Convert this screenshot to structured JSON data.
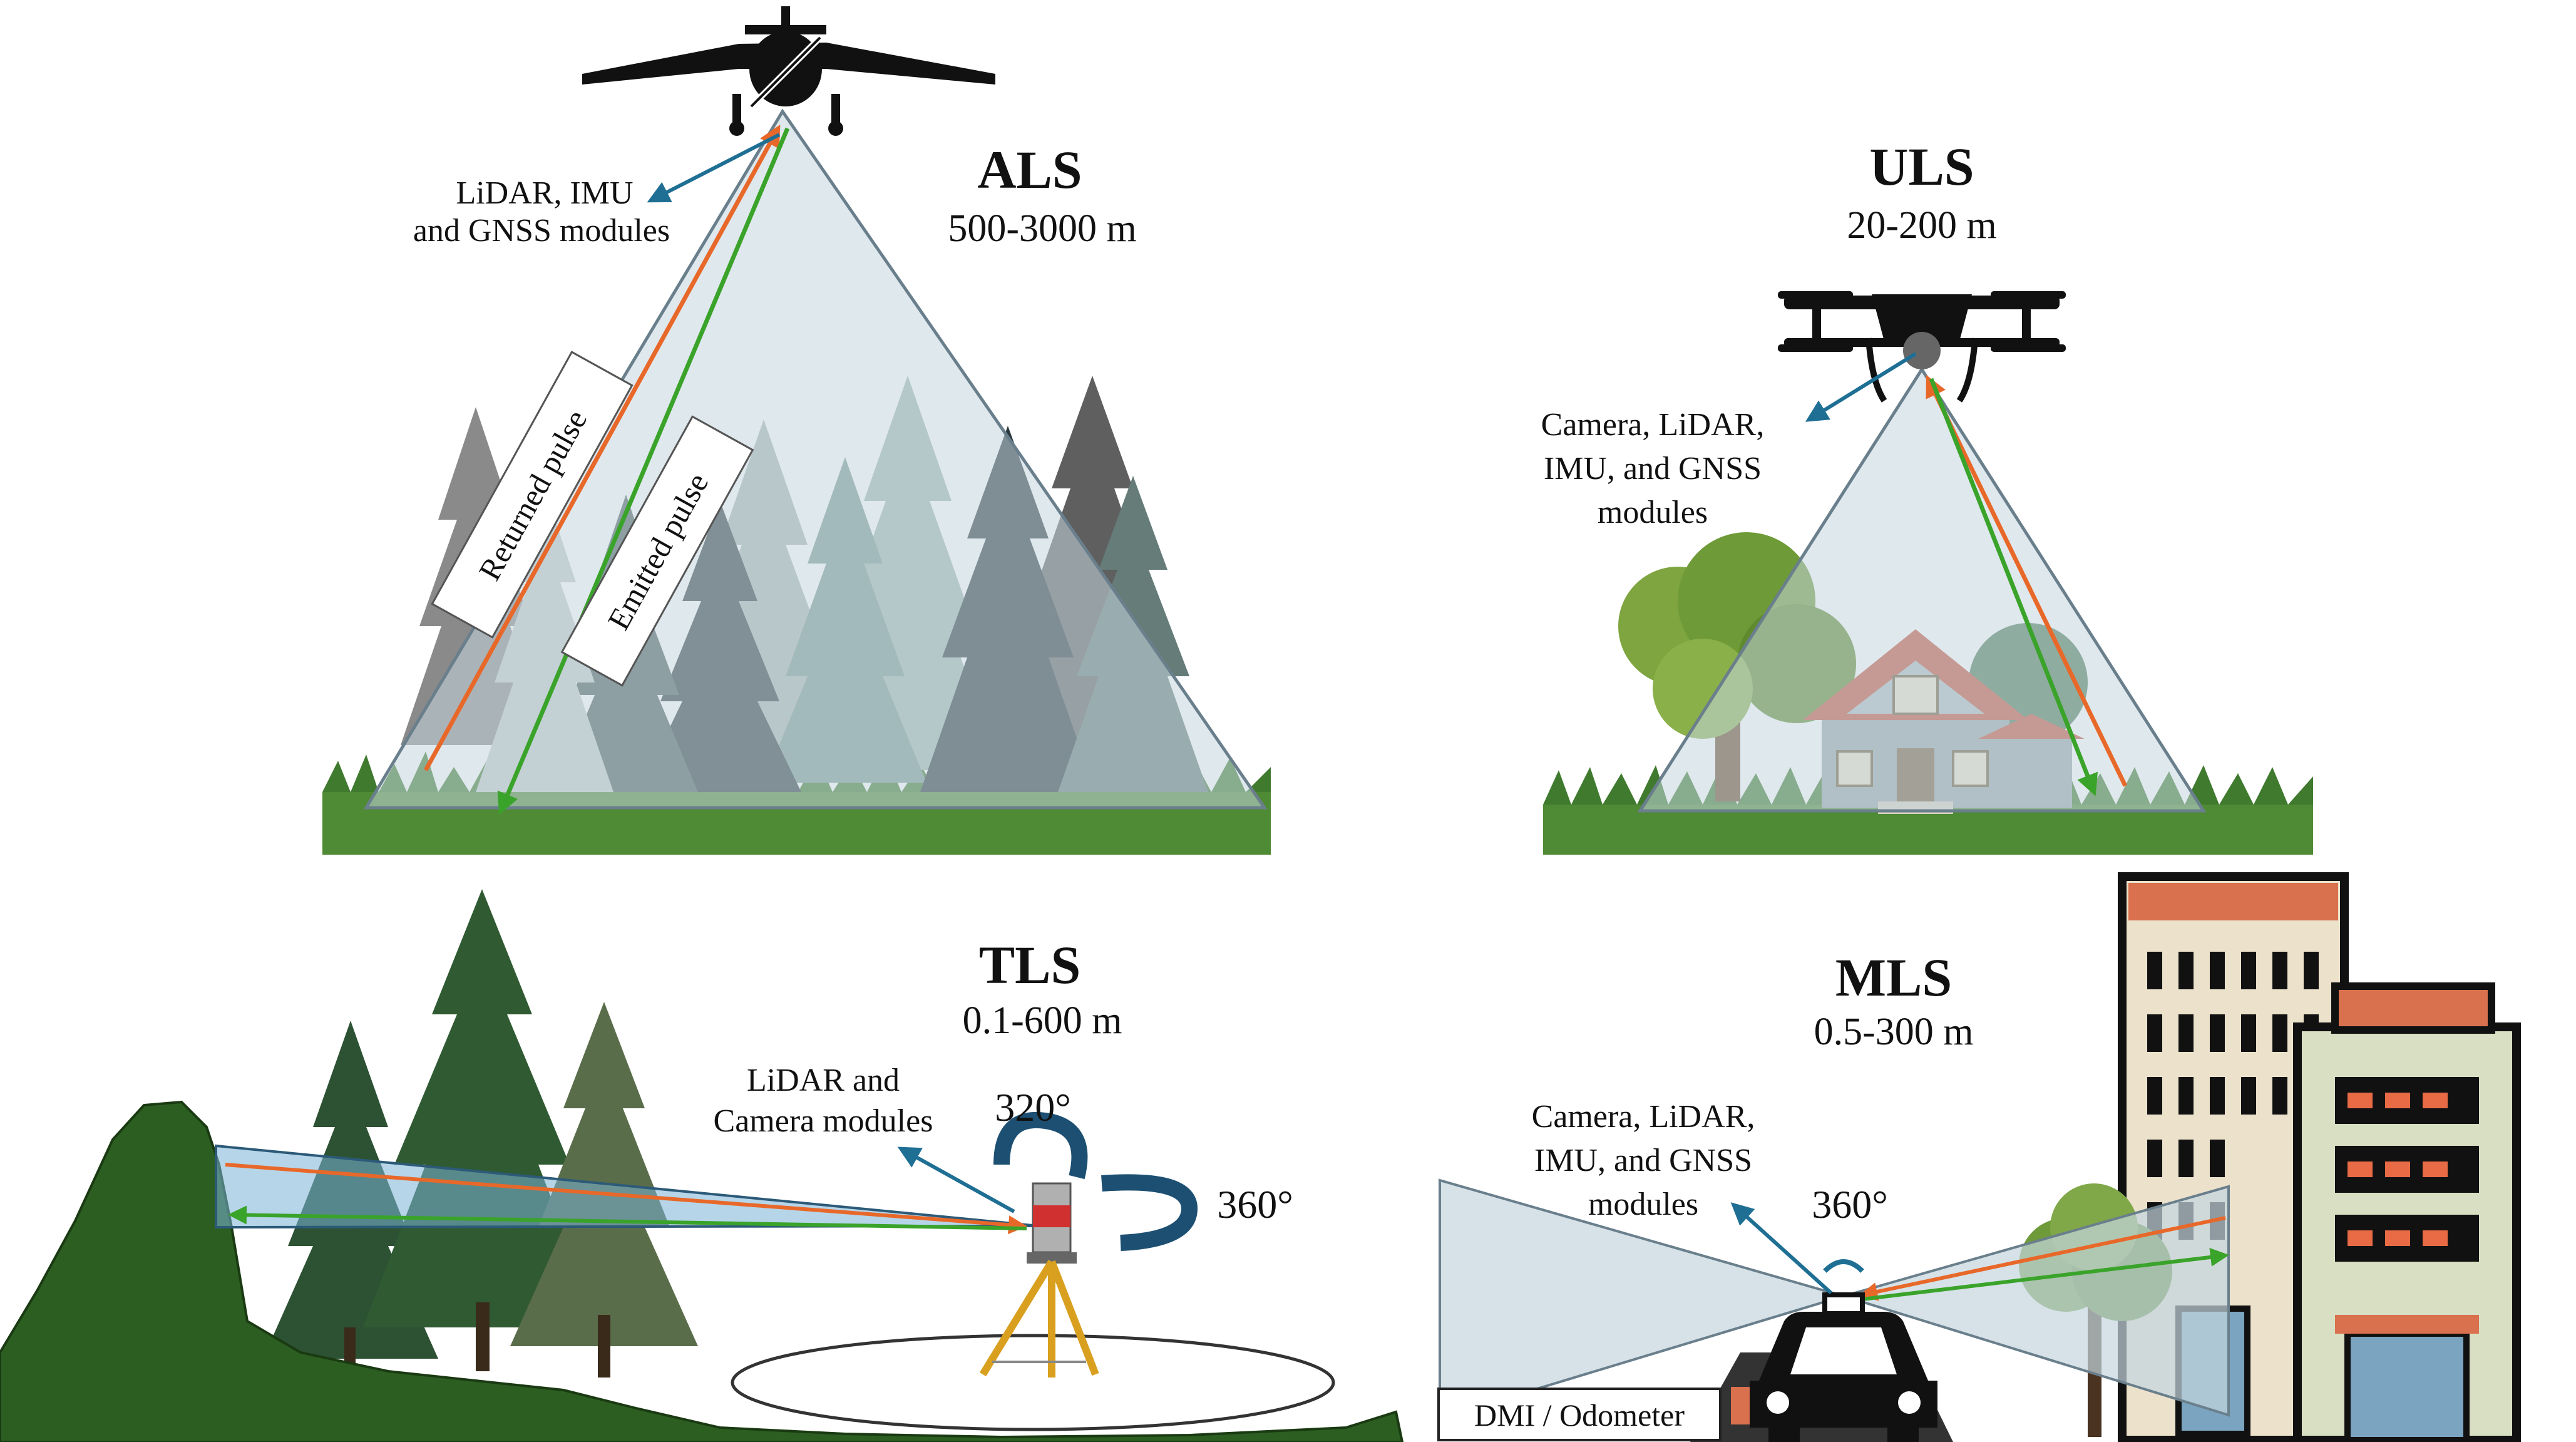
{
  "panels": {
    "als": {
      "title": "ALS",
      "range": "500-3000 m",
      "modules": [
        "LiDAR, IMU",
        "and GNSS modules"
      ],
      "returned_label": "Returned pulse",
      "emitted_label": "Emitted pulse"
    },
    "uls": {
      "title": "ULS",
      "range": "20-200  m",
      "modules": [
        "Camera, LiDAR,",
        "IMU, and GNSS",
        "modules"
      ]
    },
    "tls": {
      "title": "TLS",
      "range": "0.1-600 m",
      "modules": [
        "LiDAR and",
        "Camera modules"
      ],
      "vertical_rotation": "320°",
      "horizontal_rotation": "360°"
    },
    "mls": {
      "title": "MLS",
      "range": "0.5-300 m",
      "modules": [
        "Camera, LiDAR,",
        "IMU, and GNSS",
        "modules"
      ],
      "rotation": "360°",
      "odometer_label": "DMI / Odometer"
    }
  },
  "colors": {
    "returned_pulse": "#e8682a",
    "emitted_pulse": "#3aa32a",
    "pointer": "#1f6f94",
    "beam_fill": "#c5d5de",
    "beam_edge": "#6a7f8c",
    "hill": "#2c5e22",
    "grass": "#3f7a2e"
  }
}
